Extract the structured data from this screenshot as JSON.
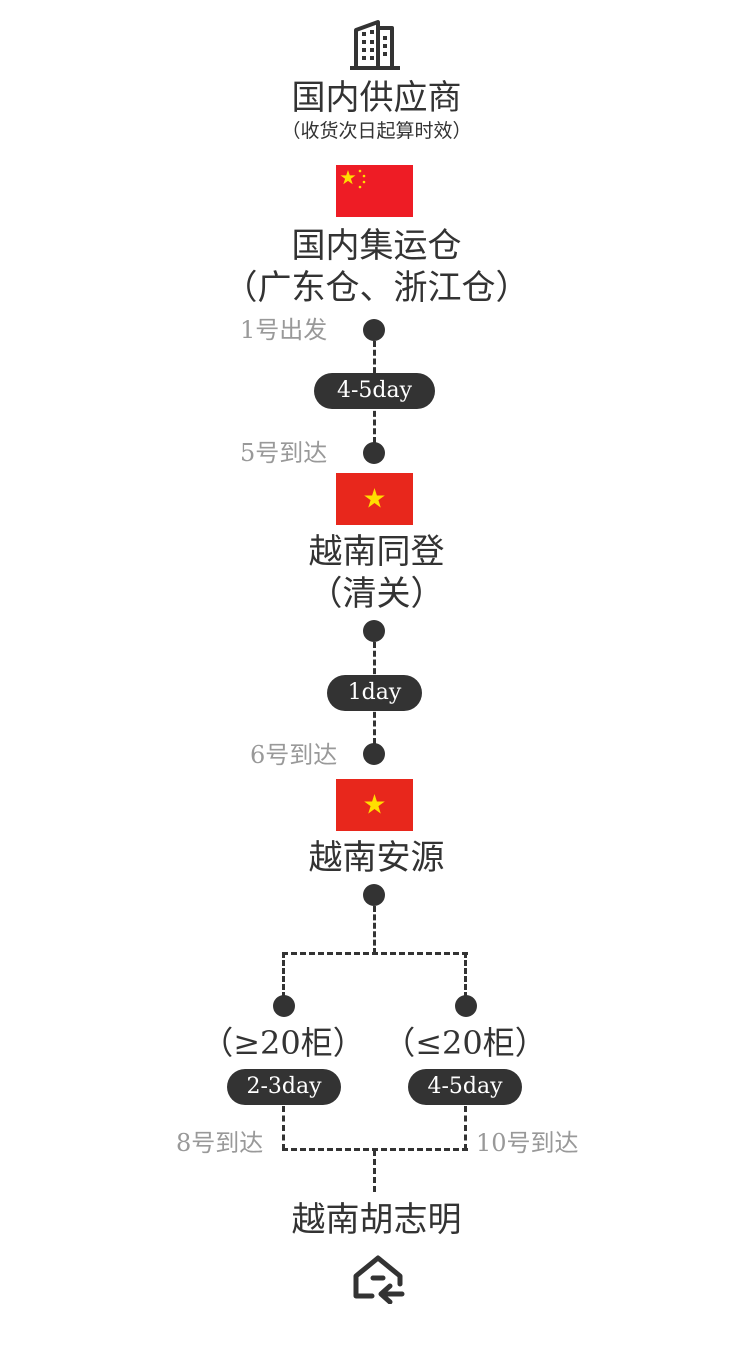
{
  "icons": {
    "top": "building-icon",
    "bottom": "warehouse-return-icon",
    "flag_cn": "china-flag-icon",
    "flag_vn": "vietnam-flag-icon"
  },
  "colors": {
    "text": "#333333",
    "muted": "#999999",
    "pill": "#333333",
    "pill_text": "#ffffff",
    "flag_red": "#e8271c",
    "flag_star": "#ffde00"
  },
  "supplier": {
    "title": "国内供应商",
    "subtitle": "（收货次日起算时效）"
  },
  "consolidation": {
    "title": "国内集运仓",
    "subtitle": "（广东仓、浙江仓）",
    "depart_label": "1号出发"
  },
  "leg1": {
    "duration": "4-5day",
    "arrive_label": "5号到达"
  },
  "border": {
    "title": "越南同登",
    "subtitle": "（清关）"
  },
  "leg2": {
    "duration": "1day",
    "arrive_label": "6号到达"
  },
  "anyuan": {
    "title": "越南安源"
  },
  "branches": {
    "left": {
      "label": "（≥20柜）",
      "duration": "2-3day",
      "arrive_label": "8号到达"
    },
    "right": {
      "label": "（≤20柜）",
      "duration": "4-5day",
      "arrive_label": "10号到达"
    }
  },
  "destination": {
    "title": "越南胡志明"
  }
}
